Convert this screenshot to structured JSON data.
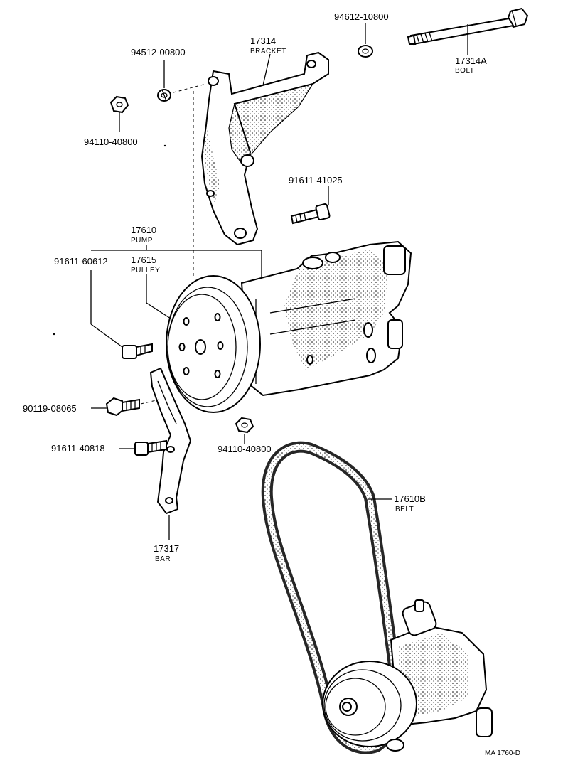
{
  "labels": {
    "washer_top": {
      "num": "94612-10800"
    },
    "bracket": {
      "num": "17314",
      "name": "BRACKET"
    },
    "bolt_long": {
      "num": "17314A",
      "name": "BOLT"
    },
    "washer_left": {
      "num": "94512-00800"
    },
    "nut_top": {
      "num": "94110-40800"
    },
    "bolt_bracket": {
      "num": "91611-41025"
    },
    "pump": {
      "num": "17610",
      "name": "PUMP"
    },
    "bolt_pulley": {
      "num": "91611-60612"
    },
    "pulley": {
      "num": "17615",
      "name": "PULLEY"
    },
    "bolt_bar_top": {
      "num": "90119-08065"
    },
    "bolt_bar": {
      "num": "91611-40818"
    },
    "nut_lower": {
      "num": "94110-40800"
    },
    "bar": {
      "num": "17317",
      "name": "BAR"
    },
    "belt": {
      "num": "17610B",
      "name": "BELT"
    }
  },
  "drawing_ref": "MA 1760-D",
  "colors": {
    "ink": "#000000",
    "paper": "#ffffff"
  }
}
